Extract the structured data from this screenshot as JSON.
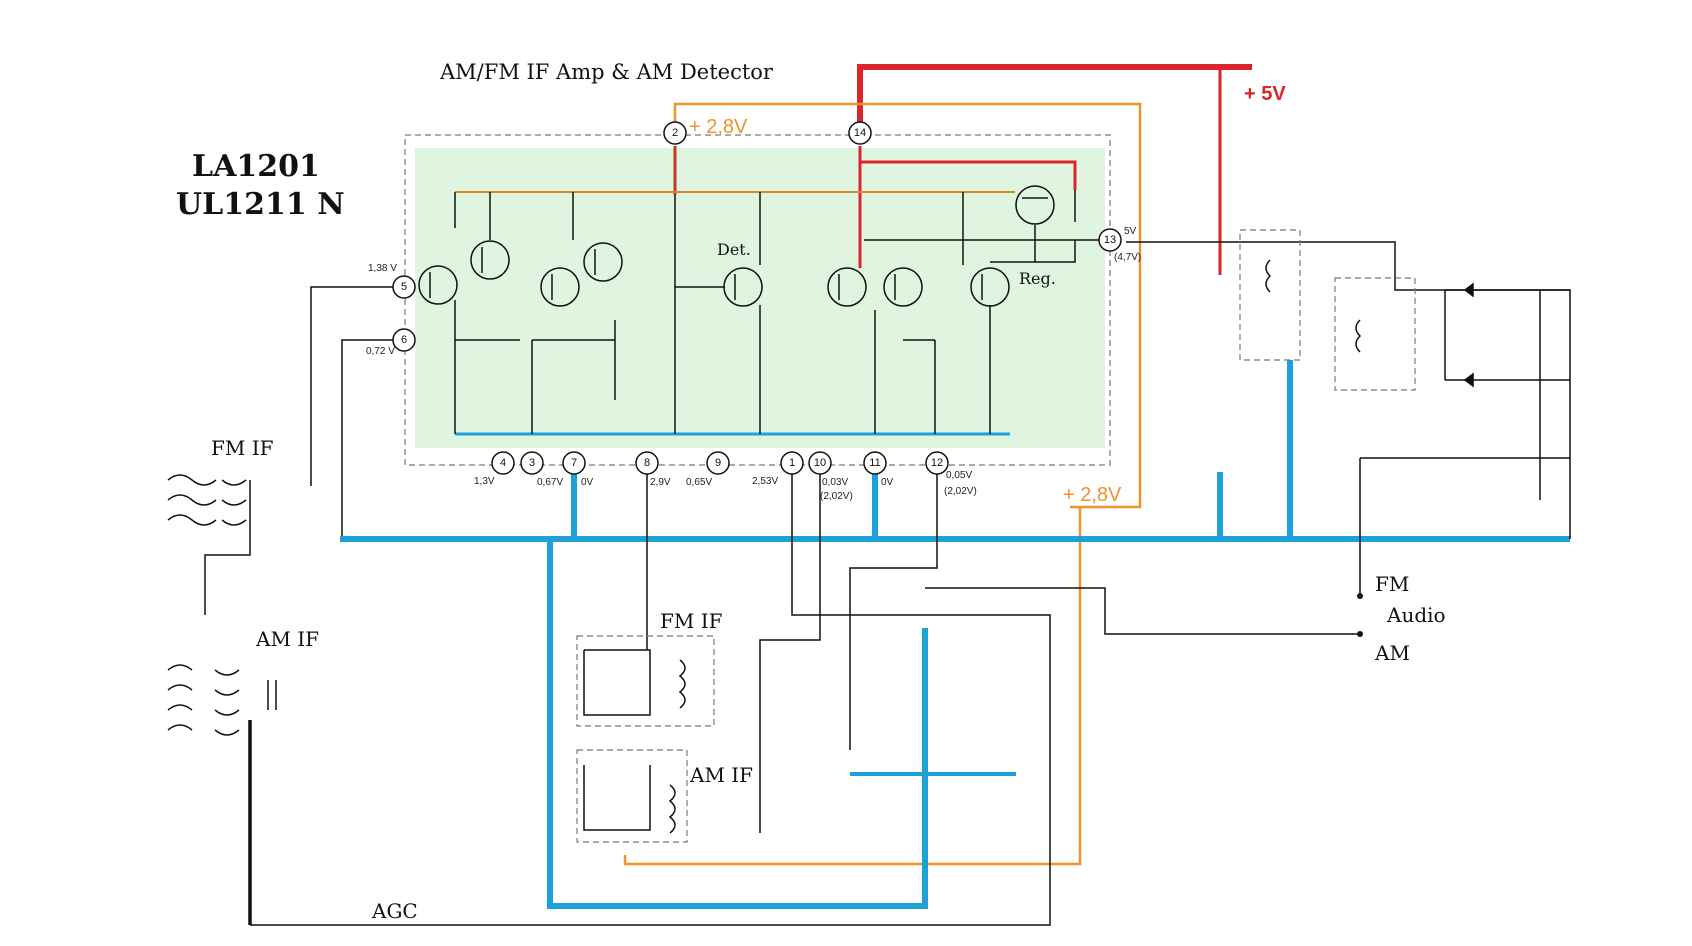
{
  "title": "AM/FM IF Amp & AM Detector",
  "chip": {
    "line1": "LA1201",
    "line2": "UL1211 N"
  },
  "rails": {
    "v5": "+ 5V",
    "v28_top": "+ 2,8V",
    "v28_bottom": "+ 2,8V"
  },
  "pins": [
    "2",
    "14",
    "13",
    "5",
    "6",
    "4",
    "3",
    "7",
    "8",
    "9",
    "1",
    "10",
    "11",
    "12"
  ],
  "pin_voltages": {
    "p5": "1,38 V",
    "p6": "0,72 V",
    "p13": "5V",
    "p13b": "(4,7V)",
    "p4": "1,3V",
    "p3": "0,67V",
    "p7": "0V",
    "p8": "2,9V",
    "p9": "0,65V",
    "p1": "2,53V",
    "p10": "0,03V",
    "p10b": "(2,02V)",
    "p11": "0V",
    "p12": "0,05V",
    "p12b": "(2,02V)"
  },
  "labels": {
    "det": "Det.",
    "reg": "Reg.",
    "fm_if_left": "FM IF",
    "am_if_left": "AM IF",
    "fm_if_mid": "FM IF",
    "am_if_mid": "AM IF",
    "agc": "AGC",
    "fm": "FM",
    "audio": "Audio",
    "am": "AM"
  },
  "colors": {
    "blue_ground": "#1ea0d8",
    "red_5v": "#d9262b",
    "orange_2v8": "#f0922e",
    "chip_fill": "#dff5df"
  }
}
